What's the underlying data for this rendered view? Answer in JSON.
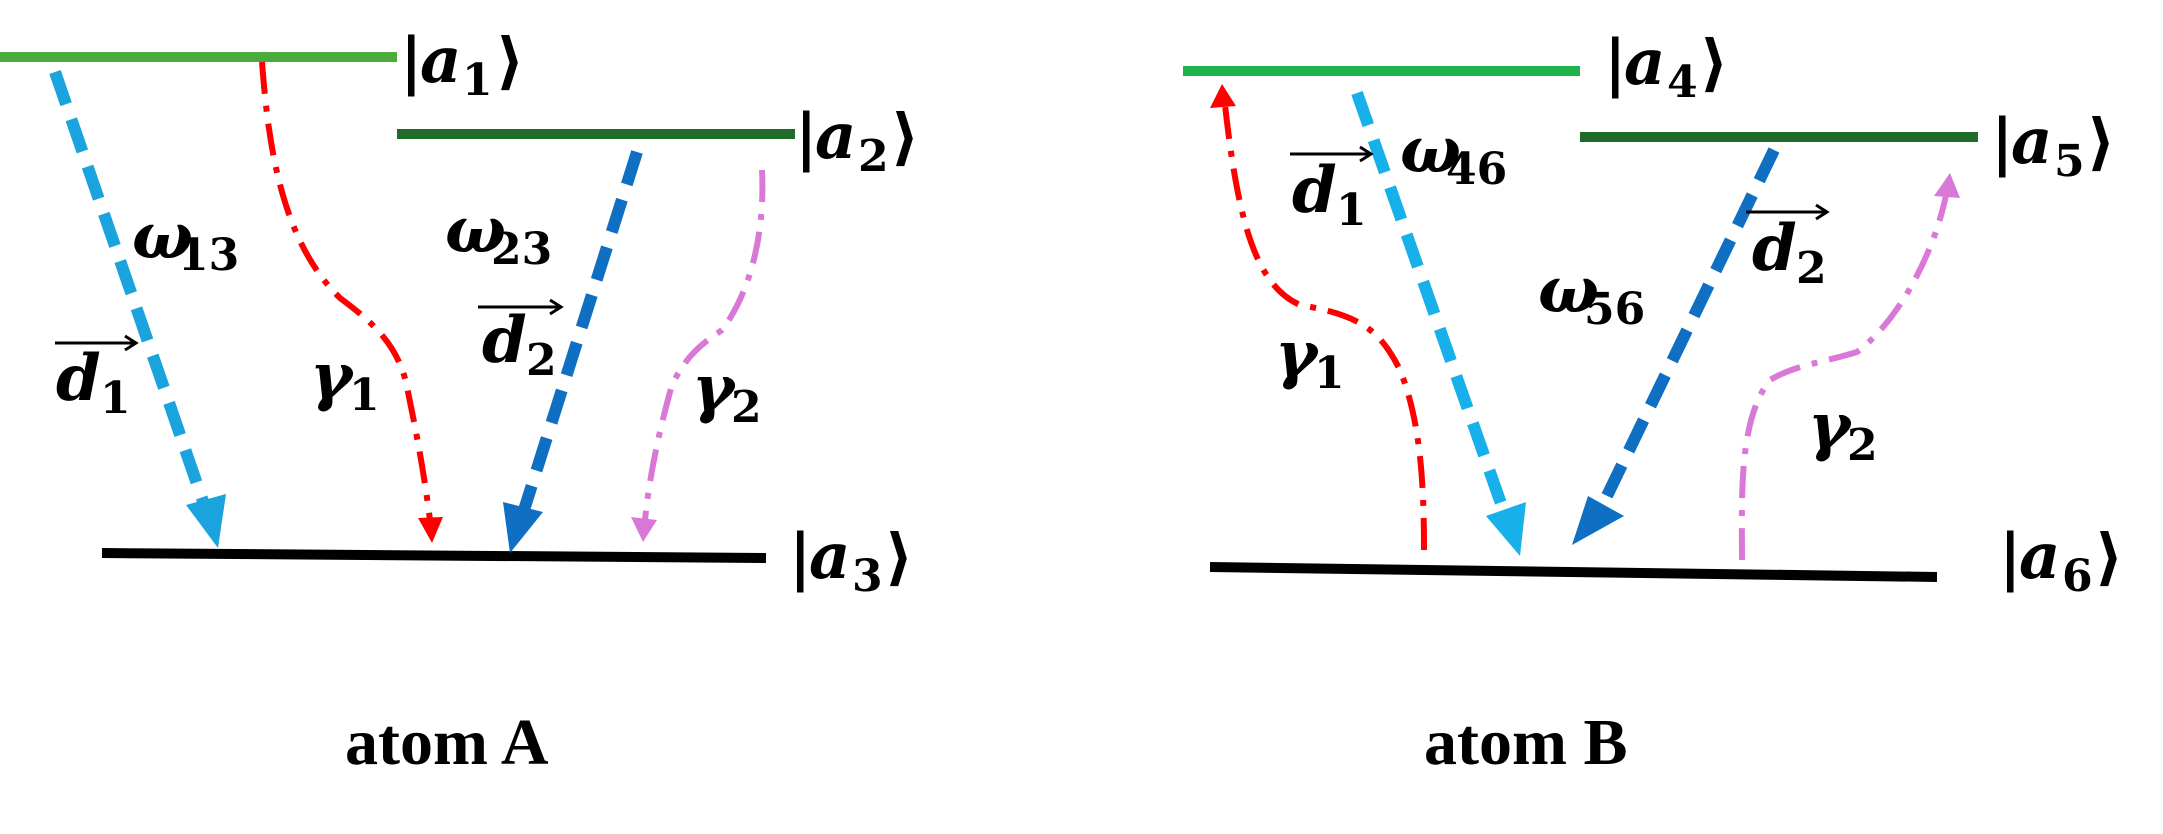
{
  "colors": {
    "level_upper_light": "#4aaa3a",
    "level_upper_mid": "#1fb24a",
    "level_upper_dark": "#1e6b2a",
    "level_ground": "#000000",
    "arrow_light_blue": "#1aa3dc",
    "arrow_cyan": "#17b0ea",
    "arrow_dark_blue": "#0f6fc2",
    "decay_red": "#ff0000",
    "decay_pink": "#d978d6"
  },
  "atom_a": {
    "title": "atom A",
    "levels": {
      "a1": {
        "sym": "a",
        "sub": "1"
      },
      "a2": {
        "sym": "a",
        "sub": "2"
      },
      "a3": {
        "sym": "a",
        "sub": "3"
      }
    },
    "omega13": {
      "sym": "ω",
      "sub": "13"
    },
    "omega23": {
      "sym": "ω",
      "sub": "23"
    },
    "d1": {
      "sym": "d",
      "sub": "1"
    },
    "d2": {
      "sym": "d",
      "sub": "2"
    },
    "gamma1": {
      "sym": "γ",
      "sub": "1"
    },
    "gamma2": {
      "sym": "γ",
      "sub": "2"
    }
  },
  "atom_b": {
    "title": "atom B",
    "levels": {
      "a4": {
        "sym": "a",
        "sub": "4"
      },
      "a5": {
        "sym": "a",
        "sub": "5"
      },
      "a6": {
        "sym": "a",
        "sub": "6"
      }
    },
    "omega46": {
      "sym": "ω",
      "sub": "46"
    },
    "omega56": {
      "sym": "ω",
      "sub": "56"
    },
    "d1": {
      "sym": "d",
      "sub": "1"
    },
    "d2": {
      "sym": "d",
      "sub": "2"
    },
    "gamma1": {
      "sym": "γ",
      "sub": "1"
    },
    "gamma2": {
      "sym": "γ",
      "sub": "2"
    }
  }
}
